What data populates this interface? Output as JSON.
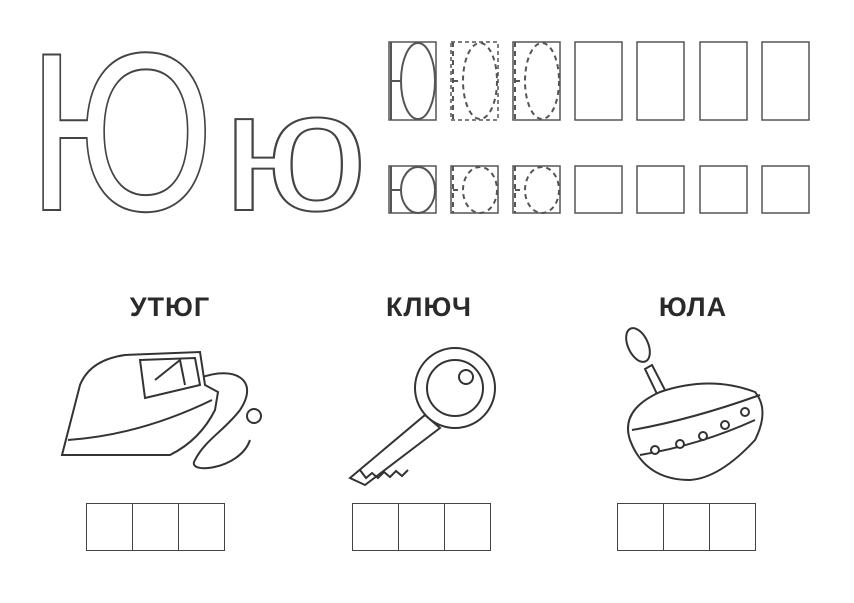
{
  "letters": {
    "upper": "Ю",
    "lower": "ю"
  },
  "words": [
    {
      "label": "УТЮГ",
      "picture": "iron-icon"
    },
    {
      "label": "КЛЮЧ",
      "picture": "key-icon"
    },
    {
      "label": "ЮЛА",
      "picture": "spinning-top-icon"
    }
  ],
  "colors": {
    "ink": "#444444",
    "background": "#ffffff"
  }
}
